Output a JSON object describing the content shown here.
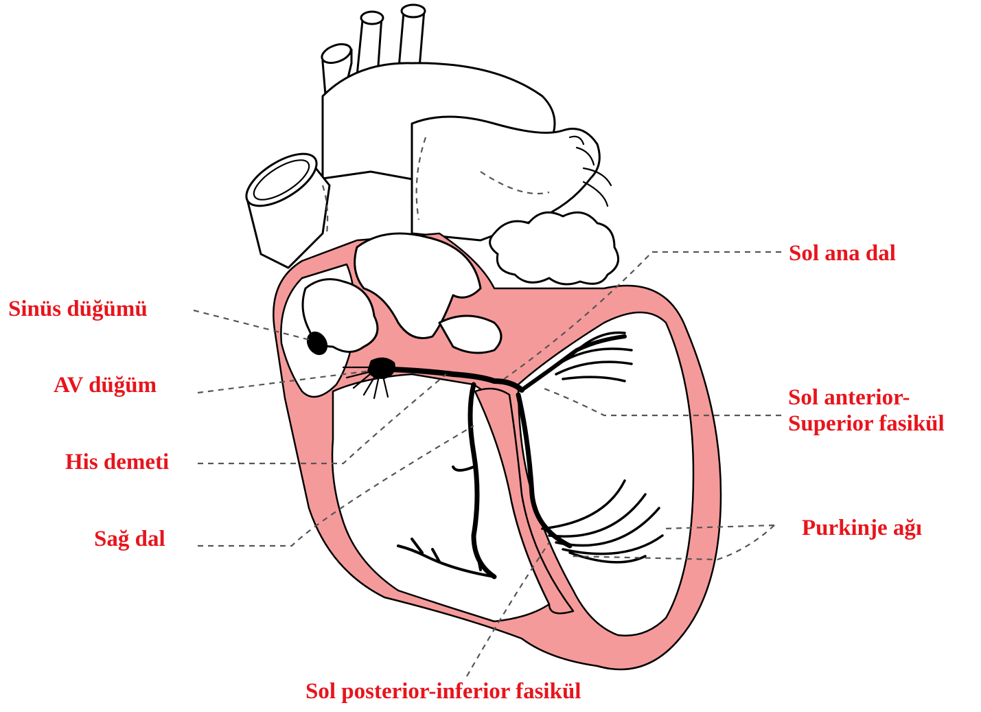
{
  "labels": {
    "sinus_node": "Sinüs düğümü",
    "av_node": "AV düğüm",
    "his_bundle": "His demeti",
    "right_branch": "Sağ dal",
    "left_main_branch": "Sol ana dal",
    "left_anterior_line1": "Sol anterior-",
    "left_anterior_line2": "Superior fasikül",
    "purkinje": "Purkinje ağı",
    "left_posterior": "Sol posterior-inferior fasikül"
  },
  "colors": {
    "label_text": "#e8141c",
    "myocardium": "#f59a9a",
    "outline": "#000000",
    "leader_line": "#555555"
  }
}
